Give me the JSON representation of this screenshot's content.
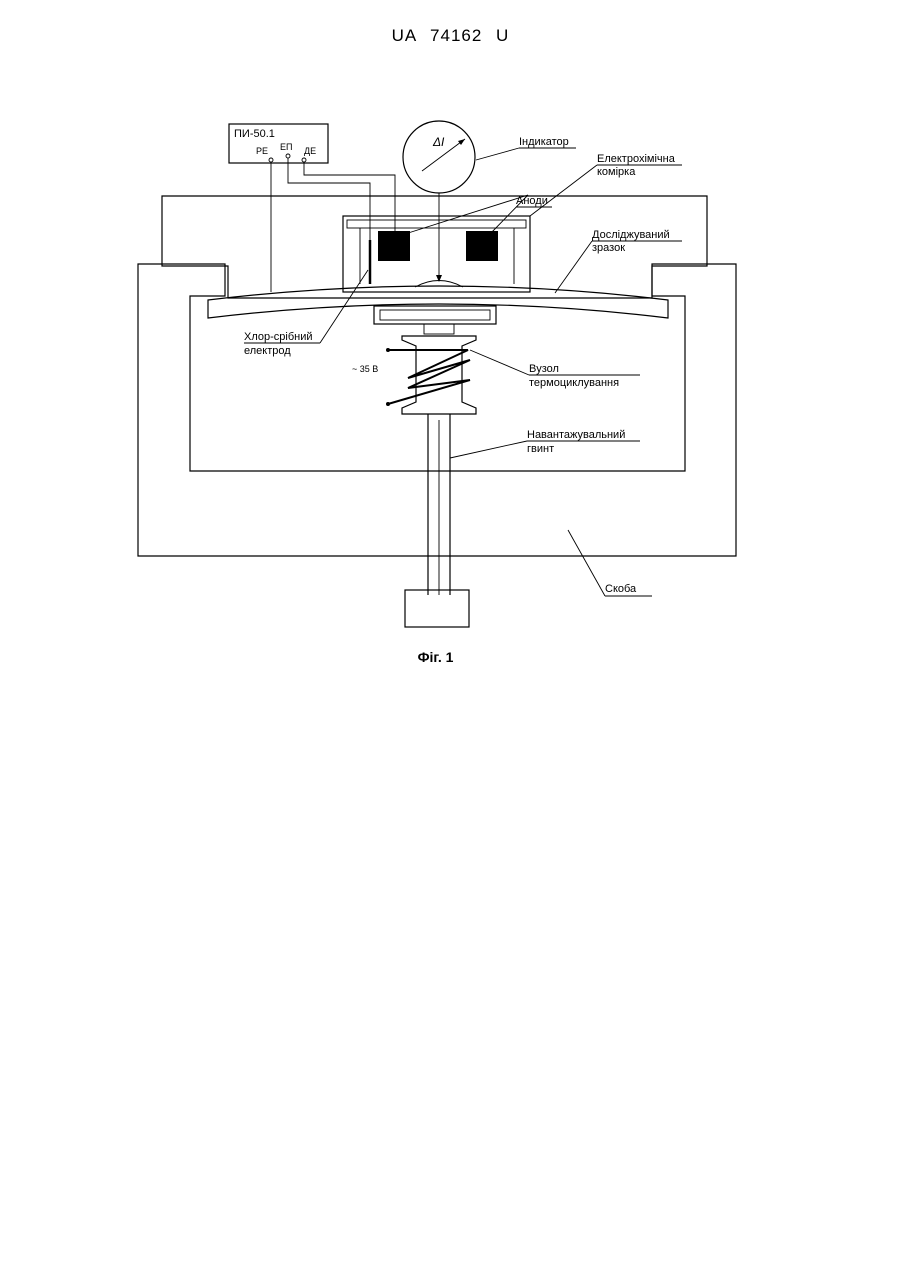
{
  "header": {
    "patent_number": "UA 74162 U"
  },
  "instrument": {
    "model": "ПИ-50.1",
    "terminals": [
      "РЕ",
      "ЕП",
      "ДЕ"
    ]
  },
  "indicator_symbol": "ΔI",
  "labels": {
    "indicator": "Індикатор",
    "electrochemical_cell_line1": "Електрохімічна",
    "electrochemical_cell_line2": "комірка",
    "anodes": "Аноди",
    "sample_line1": "Досліджуваний",
    "sample_line2": "зразок",
    "electrode_line1": "Хлор-срібний",
    "electrode_line2": "електрод",
    "voltage": "~ 35  В",
    "thermocycling_line1": "Вузол",
    "thermocycling_line2": "термоциклування",
    "screw_line1": "Навантажувальний",
    "screw_line2": "гвинт",
    "bracket": "Скоба"
  },
  "caption": "Фіг. 1"
}
